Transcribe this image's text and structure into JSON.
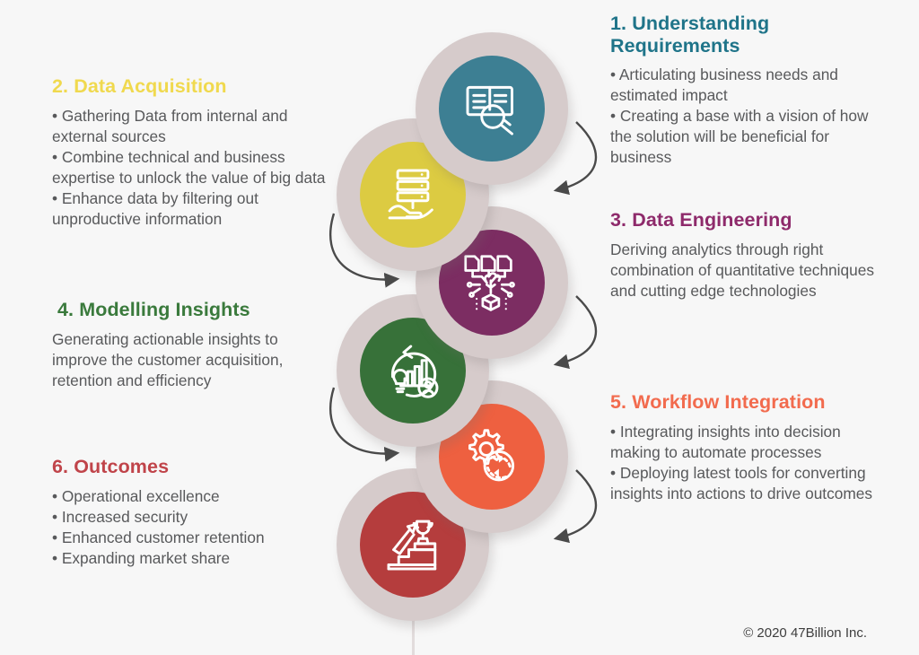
{
  "background_color": "#F7F7F7",
  "sections": [
    {
      "id": "understanding-requirements",
      "title": "1. Understanding Requirements",
      "color": "#1F7489",
      "body": "• Articulating business needs and estimated impact\n• Creating a base with a vision of how the solution will be beneficial for business",
      "side": "right",
      "icon": "document-search-icon",
      "icon_color": "#3D7F93"
    },
    {
      "id": "data-acquisition",
      "title": "2. Data Acquisition",
      "color": "#F0D94E",
      "body": "• Gathering Data from internal and external sources\n• Combine technical and business expertise to unlock the value of big data\n• Enhance data by filtering out unproductive information",
      "side": "left",
      "icon": "database-in-hand-icon",
      "icon_color": "#DCCB42"
    },
    {
      "id": "data-engineering",
      "title": "3. Data Engineering",
      "color": "#8E2A6B",
      "body": "Deriving analytics through right combination of quantitative techniques and cutting edge technologies",
      "side": "right",
      "icon": "documents-brain-network-icon",
      "icon_color": "#7C2D62"
    },
    {
      "id": "modelling-insights",
      "title": "4. Modelling Insights",
      "color": "#3A7A3C",
      "body": "Generating actionable insights to improve the customer acquisition, retention and efficiency",
      "side": "left",
      "icon": "analytics-cycle-icon",
      "icon_color": "#377139"
    },
    {
      "id": "workflow-integration",
      "title": "5. Workflow Integration",
      "color": "#F26B4E",
      "body": "• Integrating insights into decision making  to automate processes\n• Deploying latest tools for converting insights into actions to drive outcomes",
      "side": "right",
      "icon": "gear-refresh-icon",
      "icon_color": "#EE6040"
    },
    {
      "id": "outcomes",
      "title": "6. Outcomes",
      "color": "#C0444A",
      "body": "• Operational excellence\n• Increased security\n• Enhanced customer retention\n• Expanding market share",
      "side": "left",
      "icon": "trophy-podium-icon",
      "icon_color": "#B53D3D"
    }
  ],
  "ring_color": "#D6CBCB",
  "footer": "© 2020 47Billion Inc."
}
